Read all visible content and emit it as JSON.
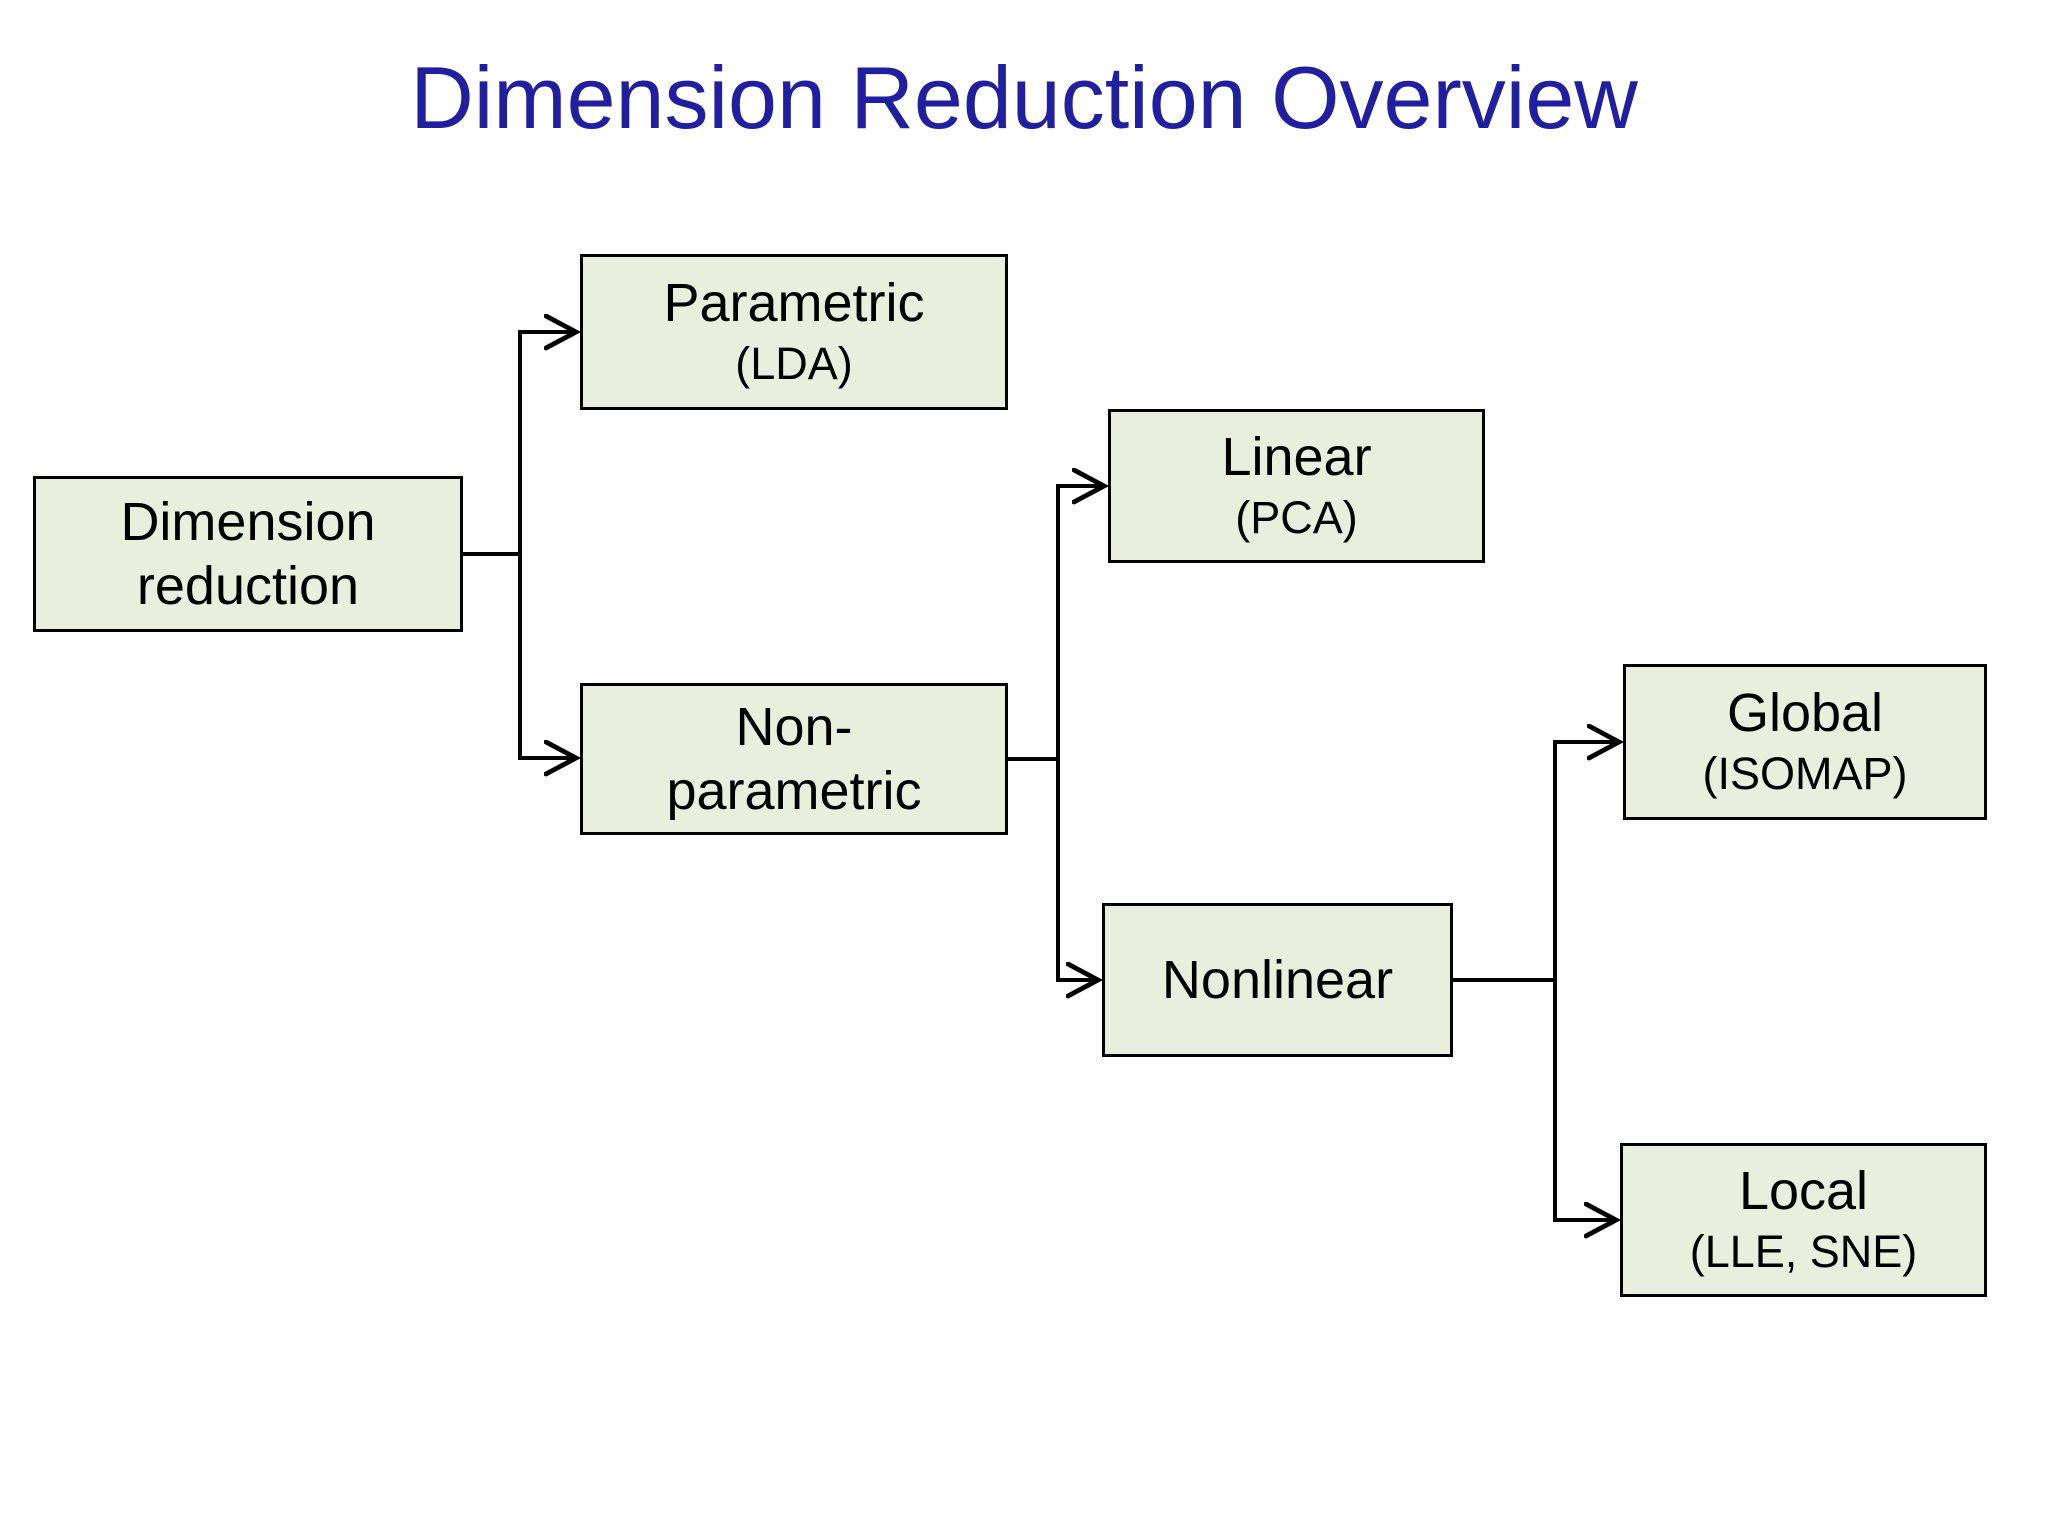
{
  "title": {
    "text": "Dimension Reduction Overview"
  },
  "colors": {
    "title_text": "#1F1F9F",
    "box_fill": "#E9EFDC",
    "box_border": "#000000",
    "connector": "#000000",
    "label_text": "#000000",
    "background": "#FFFFFF"
  },
  "diagram": {
    "type": "tree",
    "nodes": [
      {
        "id": "dimension-reduction",
        "label": "Dimension\nreduction",
        "sublabel": ""
      },
      {
        "id": "parametric",
        "label": "Parametric",
        "sublabel": "(LDA)"
      },
      {
        "id": "non-parametric",
        "label": "Non-\nparametric",
        "sublabel": ""
      },
      {
        "id": "linear",
        "label": "Linear",
        "sublabel": "(PCA)"
      },
      {
        "id": "nonlinear",
        "label": "Nonlinear",
        "sublabel": ""
      },
      {
        "id": "global",
        "label": "Global",
        "sublabel": "(ISOMAP)"
      },
      {
        "id": "local",
        "label": "Local",
        "sublabel": "(LLE, SNE)"
      }
    ],
    "edges": [
      {
        "from": "dimension-reduction",
        "to": "parametric"
      },
      {
        "from": "dimension-reduction",
        "to": "non-parametric"
      },
      {
        "from": "non-parametric",
        "to": "linear"
      },
      {
        "from": "non-parametric",
        "to": "nonlinear"
      },
      {
        "from": "nonlinear",
        "to": "global"
      },
      {
        "from": "nonlinear",
        "to": "local"
      }
    ]
  }
}
